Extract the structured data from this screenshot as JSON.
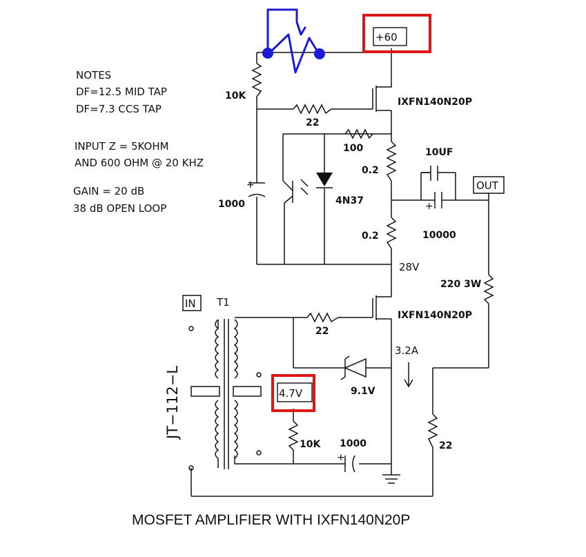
{
  "notes": {
    "lines": [
      "NOTES",
      "DF=12.5 MID TAP",
      "DF=7.3 CCS TAP",
      "INPUT Z = 5KOHM",
      "AND 600 OHM @ 20 KHZ",
      "GAIN = 20 dB",
      "38 dB OPEN LOOP"
    ]
  },
  "labels": {
    "supply": "+60",
    "r_10k_top": "10K",
    "mosfet_top": "IXFN140N20P",
    "r_22_top": "22",
    "r_100": "100",
    "r_02_a": "0.2",
    "cap_10uf": "10UF",
    "out": "OUT",
    "cap_1000_left": "1000",
    "diode_4n37": "4N37",
    "r_02_b": "0.2",
    "cap_10000": "10000",
    "node_28v": "28V",
    "r_220_3w": "220 3W",
    "in": "IN",
    "t1": "T1",
    "mosfet_bottom": "IXFN140N20P",
    "r_22_bottom": "22",
    "current": "3.2A",
    "zener_91v": "9.1V",
    "transformer": "JT−112−L",
    "node_47v": "4.7V",
    "r_10k_bottom": "10K",
    "cap_1000_bottom": "1000",
    "r_22_right": "22"
  },
  "title": "MOSFET AMPLIFIER WITH IXFN140N20P",
  "colors": {
    "highlight_box": "#e01515",
    "hand_drawing": "#1b1bd8",
    "ink": "#111111"
  }
}
